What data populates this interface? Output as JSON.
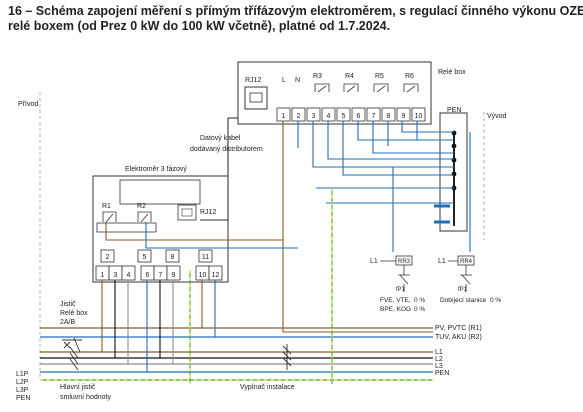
{
  "title": {
    "line1": "16 – Schéma zapojení měření s přímým třífázovým elektroměrem, s regulací činného výkonu OZE",
    "line2": "relé boxem (od Prez 0 kW do 100 kW včetně), platné od 1.7.2024."
  },
  "labels": {
    "prirod": "Přívod",
    "vyvod": "Vývod",
    "rele_box": "Relé box",
    "rj12": "RJ12",
    "pen": "PEN",
    "l": "L",
    "n": "N",
    "r3": "R3",
    "r4": "R4",
    "r5": "R5",
    "r6": "R6",
    "datovy_kabel_1": "Datový kabel",
    "datovy_kabel_2": "dodávaný distributorem",
    "elektromer": "Elektroměr 3 fázový",
    "r1": "R1",
    "r2": "R2",
    "rj12_meter": "RJ12",
    "jistic_1": "Jistič",
    "jistic_2": "Relé box",
    "jistic_3": "2A/B",
    "hlavni_1": "Hlavní jistič",
    "hlavni_2": "smluvní hodnoty",
    "vypinac": "Vypínač instalace",
    "l1p": "L1P",
    "l2p": "L2P",
    "l3p": "L3P",
    "penp": "PEN",
    "pv": "PV, PVTC (R1)",
    "tuv": "TUV, AKU (R2)",
    "l1": "L1",
    "l2": "L2",
    "l3": "L3",
    "pen_out": "PEN",
    "rr3": "RR3",
    "rr4": "RR4",
    "l1_rr3": "L1",
    "l1_rr4": "L1",
    "f1_a": "fP1",
    "f1_b": "fP1",
    "fve": "FVE, VTE,",
    "bpe": "BPE, KOG",
    "fve_pct": "0 %",
    "bpe_pct": "0 %",
    "dobijeci": "Dobíjecí stanice",
    "dobijeci_pct": "0 %"
  },
  "relay_terminals": [
    "1",
    "2",
    "3",
    "4",
    "5",
    "6",
    "7",
    "8",
    "9",
    "10"
  ],
  "meter_top_terminals": [
    "2",
    "5",
    "8",
    "11"
  ],
  "meter_bottom_terminals": [
    "1",
    "3",
    "4",
    "6",
    "7",
    "9",
    "10",
    "12"
  ],
  "colors": {
    "brown": "#8b5a2b",
    "black": "#111111",
    "grey": "#8c8c8c",
    "blue": "#1f6fb8",
    "yellow": "#e3d21a",
    "green": "#3aa84a"
  }
}
